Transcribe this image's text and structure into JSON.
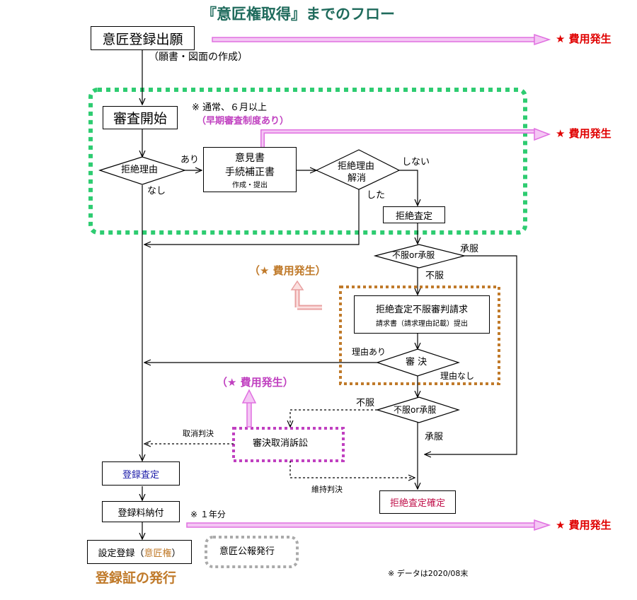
{
  "title": "『意匠権取得』までのフロー",
  "cost_label": "★ 費用発生",
  "cost_label_paren": "（★ 費用発生）",
  "nodes": {
    "apply": "意匠登録出願",
    "apply_note": "（願書・図面の作成）",
    "exam_start": "審査開始",
    "exam_note": "※ 通常、６月以上",
    "early_exam": "（早期審査制度あり）",
    "refusal_reason": "拒絶理由",
    "ari": "あり",
    "nashi": "なし",
    "opinion_line1": "意見書",
    "opinion_line2": "手続補正書",
    "opinion_line3": "作成・提出",
    "reason_resolved_line1": "拒絶理由",
    "reason_resolved_line2": "解消",
    "shinai": "しない",
    "shita": "した",
    "refusal_decision": "拒絶査定",
    "objection_or_accept": "不服or承服",
    "accept": "承服",
    "object": "不服",
    "appeal_line1": "拒絶査定不服審判請求",
    "appeal_line2": "請求書（請求理由記載）提出",
    "reason_yes": "理由あり",
    "trial_decision": "審 決",
    "reason_no": "理由なし",
    "objection_or_accept2": "不服or承服",
    "object2": "不服",
    "accept2": "承服",
    "cancel_suit": "審決取消訴訟",
    "cancel_judgment": "取消判決",
    "maintain_judgment": "維持判決",
    "registration_decision": "登録査定",
    "refusal_final": "拒絶査定確定",
    "fee_payment": "登録料納付",
    "fee_note": "※ １年分",
    "set_registration": "設定登録（",
    "design_right": "意匠権",
    "set_registration_end": "）",
    "gazette": "意匠公報発行",
    "certificate": "登録証の発行",
    "data_note": "※ データは2020/08末"
  },
  "colors": {
    "title": "#1f6b5c",
    "cost": "#e00000",
    "exam_frame": "#2ecc71",
    "appeal_frame": "#c07a2a",
    "suit_frame": "#c040c0",
    "gazette_frame": "#aaaaaa",
    "pink_arrow": "#e070e0"
  }
}
